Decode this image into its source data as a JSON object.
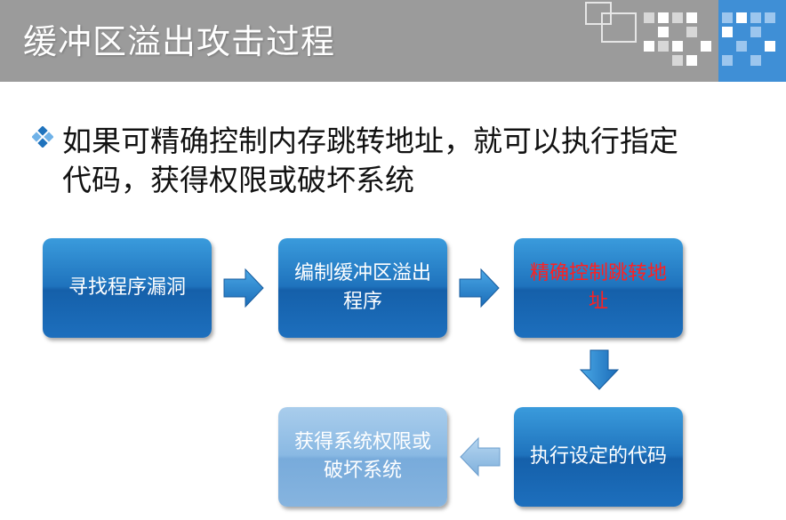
{
  "header": {
    "title": "缓冲区溢出攻击过程"
  },
  "bullet": {
    "icon": "diamond-bullet-icon",
    "line1": "如果可精确控制内存跳转地址，就可以执行指定",
    "line2": "代码，获得权限或破坏系统"
  },
  "flow": {
    "step1": "寻找程序漏洞",
    "step2": "编制缓冲区溢出程序",
    "step3": "精确控制跳转地址",
    "step4": "执行设定的代码",
    "step5": "获得系统权限或破坏系统"
  },
  "colors": {
    "accent_blue": "#1f73bd",
    "highlight_red": "#ff2020",
    "header_gray": "#9b9b9b"
  }
}
